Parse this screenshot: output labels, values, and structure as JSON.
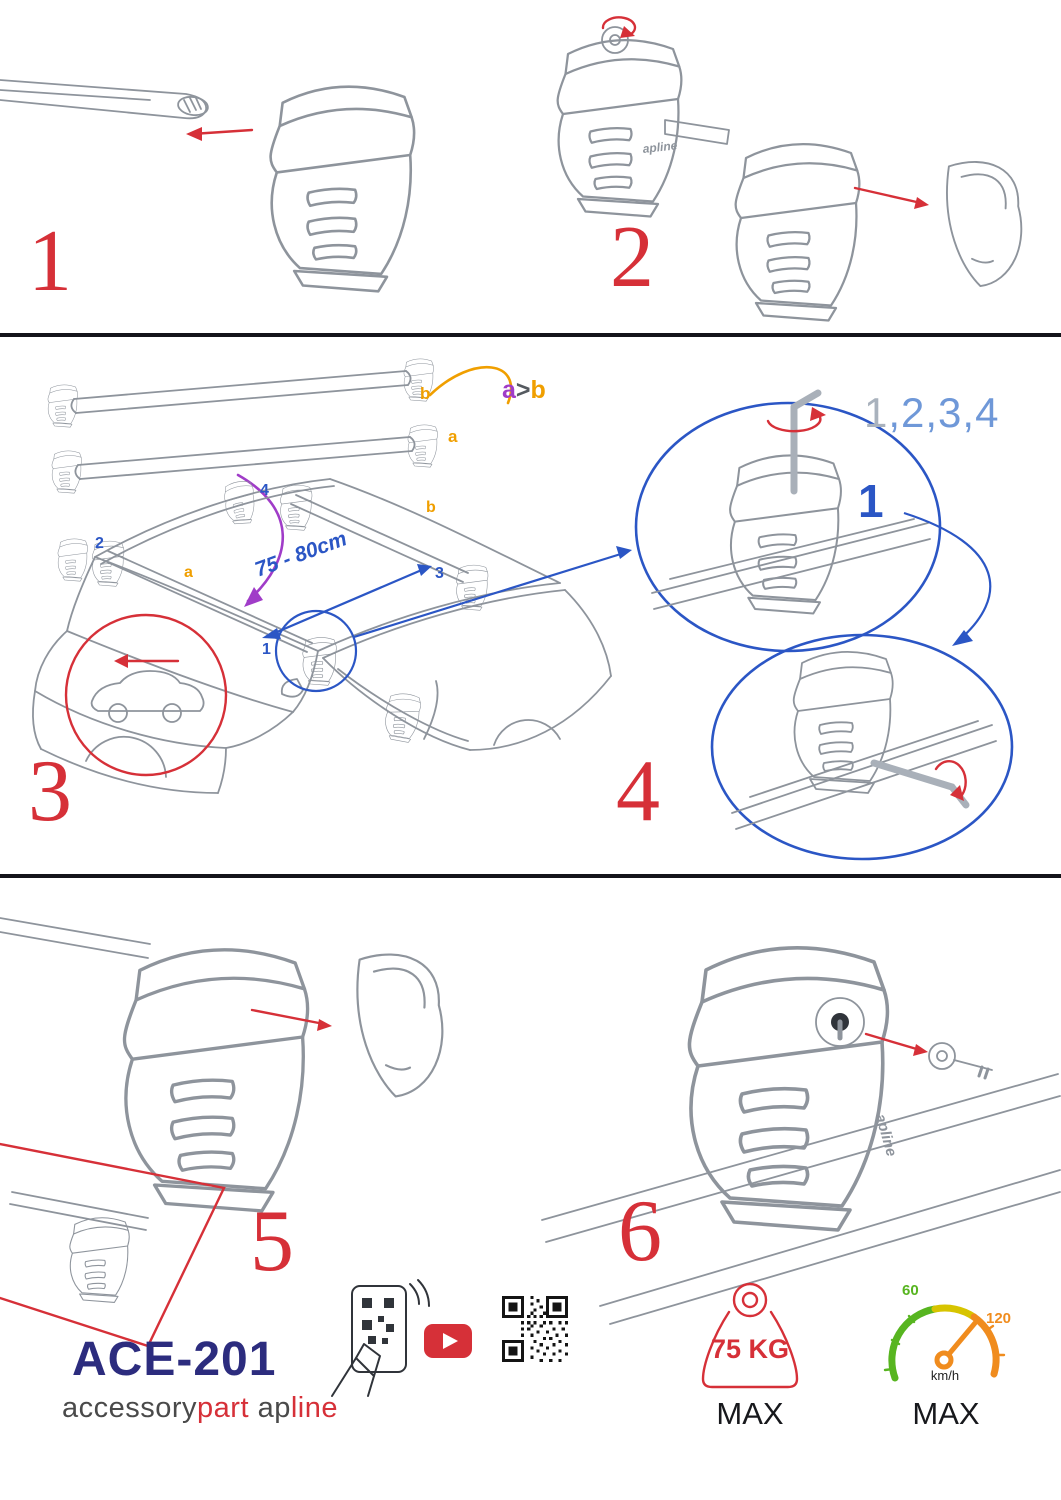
{
  "colors": {
    "red": "#d63038",
    "blue": "#2b56c5",
    "light_blue": "#6f98d8",
    "seq_gray": "#a9b2bd",
    "orange": "#f09f00",
    "purple": "#a03cc8",
    "navy": "#2c2c7e",
    "sketch": "#8e949c",
    "green": "#57b520",
    "speed_orange": "#f08c1e",
    "brand_gray": "#4a4a4a"
  },
  "steps": {
    "s1": "1",
    "s2": "2",
    "s3": "3",
    "s4": "4",
    "s5": "5",
    "s6": "6"
  },
  "labels": {
    "bar_b_top": "b",
    "bar_a_top": "a",
    "compare_a": "a",
    "compare_gt": ">",
    "compare_b": "b",
    "sequence_first": "1",
    "sequence_rest": ",2,3,4",
    "roof_foot_2": "2",
    "roof_foot_4": "4",
    "roof_bar_b": "b",
    "roof_bar_a": "a",
    "roof_foot_3": "3",
    "roof_foot_1": "1",
    "measurement": "75 - 80cm",
    "detail_1": "1"
  },
  "branding": {
    "model": "ACE-201",
    "name_part1": "accessory",
    "name_part2": "part",
    "name_part3": "ap",
    "name_part4": "line",
    "foot_brand": "apline"
  },
  "specs": {
    "max_weight": "75 KG",
    "weight_max_label": "MAX",
    "speed_low": "60",
    "speed_high": "120",
    "speed_unit": "km/h",
    "speed_max_label": "MAX"
  }
}
